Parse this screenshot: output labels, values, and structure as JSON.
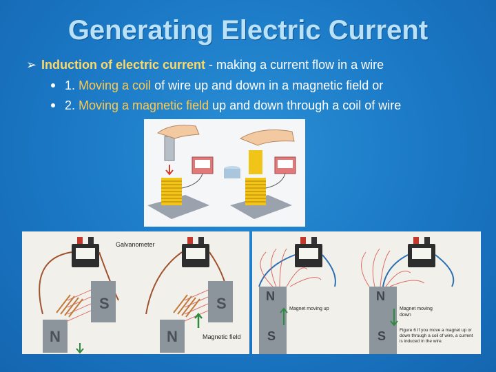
{
  "slide": {
    "title": "Generating Electric Current",
    "bullet_main_bold": "Induction of electric current",
    "bullet_main_rest": " - making a current flow in a wire",
    "sub1_prefix": "1. ",
    "sub1_highlight": "Moving a coil",
    "sub1_rest": " of wire up and down in a magnetic field or",
    "sub2_prefix": "2. ",
    "sub2_highlight": "Moving a magnetic field",
    "sub2_rest": " up and down through a coil of wire"
  },
  "figures": {
    "galvanometer_label": "Galvanometer",
    "magnetic_field_label": "Magnetic field",
    "magnet_n": "N",
    "magnet_s": "S",
    "magnet_moving_up": "Magnet moving up",
    "magnet_moving_down": "Magnet moving down",
    "caption": "Figure 6 If you move a magnet up or down through a coil of wire, a current is induced in the wire."
  },
  "colors": {
    "title": "#b9e1f7",
    "highlight": "#ffd966",
    "background": "#1a77c4"
  }
}
